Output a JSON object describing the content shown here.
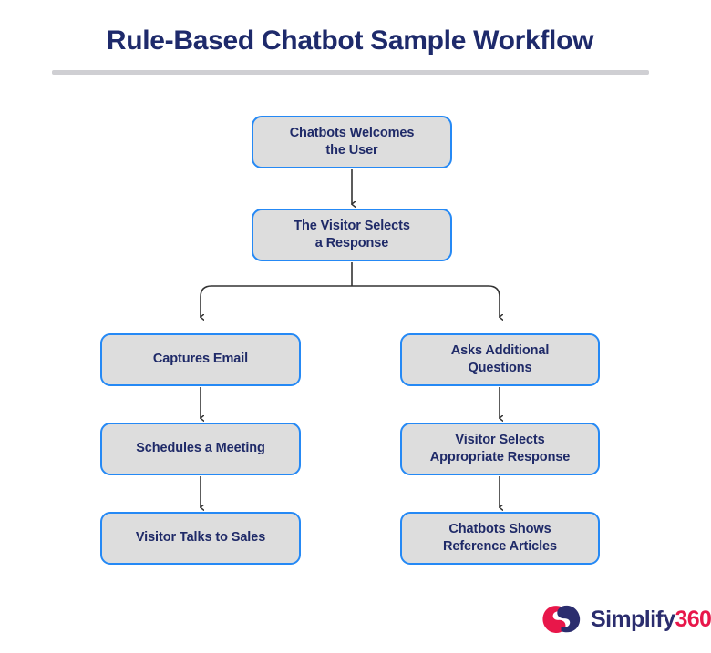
{
  "page": {
    "title": "Rule-Based Chatbot Sample Workflow",
    "background_color": "#ffffff",
    "title_color": "#1e2a6b",
    "rule_color": "#cfcfd3"
  },
  "theme": {
    "node_fill": "#dddddd",
    "node_border": "#2589f5",
    "node_text": "#1f2a68",
    "connector_color": "#333333"
  },
  "flowchart": {
    "type": "flowchart",
    "orientation": "top-down",
    "nodes": [
      {
        "id": "welcome",
        "label_line1": "Chatbots Welcomes",
        "label_line2": "the User"
      },
      {
        "id": "selects",
        "label_line1": "The Visitor Selects",
        "label_line2": "a Response"
      },
      {
        "id": "email",
        "label_line1": "Captures Email",
        "label_line2": ""
      },
      {
        "id": "meeting",
        "label_line1": "Schedules a Meeting",
        "label_line2": ""
      },
      {
        "id": "sales",
        "label_line1": "Visitor Talks to Sales",
        "label_line2": ""
      },
      {
        "id": "questions",
        "label_line1": "Asks Additional",
        "label_line2": "Questions"
      },
      {
        "id": "response",
        "label_line1": "Visitor Selects",
        "label_line2": "Appropriate Response"
      },
      {
        "id": "articles",
        "label_line1": "Chatbots Shows",
        "label_line2": "Reference Articles"
      }
    ],
    "edges": [
      {
        "from": "welcome",
        "to": "selects",
        "style": "straight-arrow-down"
      },
      {
        "from": "selects",
        "to": "email",
        "style": "branch-left-arrow-down"
      },
      {
        "from": "selects",
        "to": "questions",
        "style": "branch-right-arrow-down"
      },
      {
        "from": "email",
        "to": "meeting",
        "style": "straight-arrow-down"
      },
      {
        "from": "meeting",
        "to": "sales",
        "style": "straight-arrow-down"
      },
      {
        "from": "questions",
        "to": "response",
        "style": "straight-arrow-down"
      },
      {
        "from": "response",
        "to": "articles",
        "style": "straight-arrow-down"
      }
    ]
  },
  "logo": {
    "word": "Simplify",
    "number": "360",
    "word_color": "#2b2d6e",
    "number_color": "#e8174a",
    "mark_red": "#e8174a",
    "mark_navy": "#2b2d6e"
  }
}
